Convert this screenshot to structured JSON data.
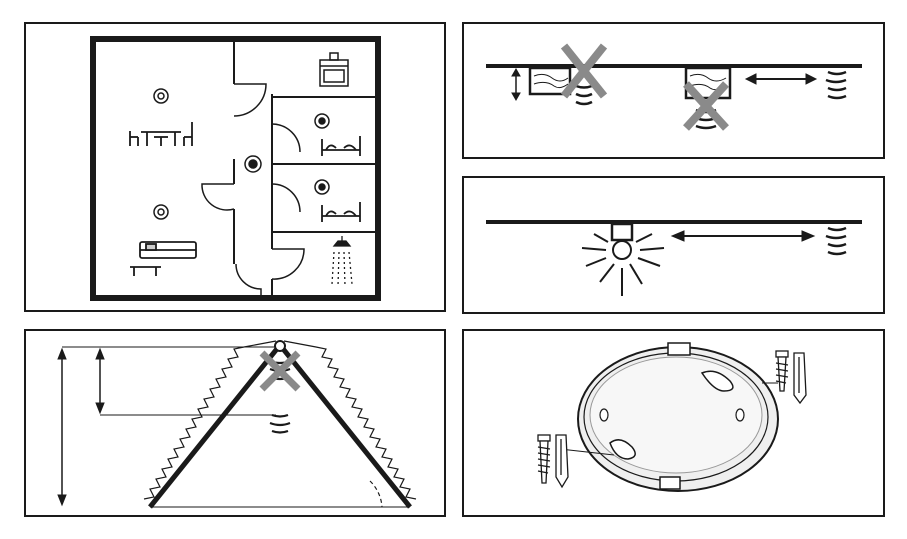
{
  "panels": [
    {
      "id": "floor-plan",
      "icons": [
        "smoke-detector-icon",
        "dining-table-icon",
        "sofa-icon",
        "stove-icon",
        "bed-icon",
        "shower-icon"
      ]
    },
    {
      "id": "beam-placement",
      "icons": [
        "wooden-beam-icon",
        "smoke-detector-icon",
        "prohibited-x-icon",
        "double-arrow-icon"
      ]
    },
    {
      "id": "light-distance",
      "icons": [
        "ceiling-light-icon",
        "smoke-detector-icon",
        "double-arrow-icon"
      ]
    },
    {
      "id": "pitched-roof",
      "icons": [
        "smoke-detector-icon",
        "prohibited-x-icon",
        "dimension-arrow-icon"
      ]
    },
    {
      "id": "mounting",
      "icons": [
        "mounting-plate-icon",
        "screw-icon",
        "wall-plug-icon"
      ]
    }
  ],
  "colors": {
    "line": "#1a1a1a",
    "cross": "#8a8a8a",
    "plate": "#efefef"
  }
}
